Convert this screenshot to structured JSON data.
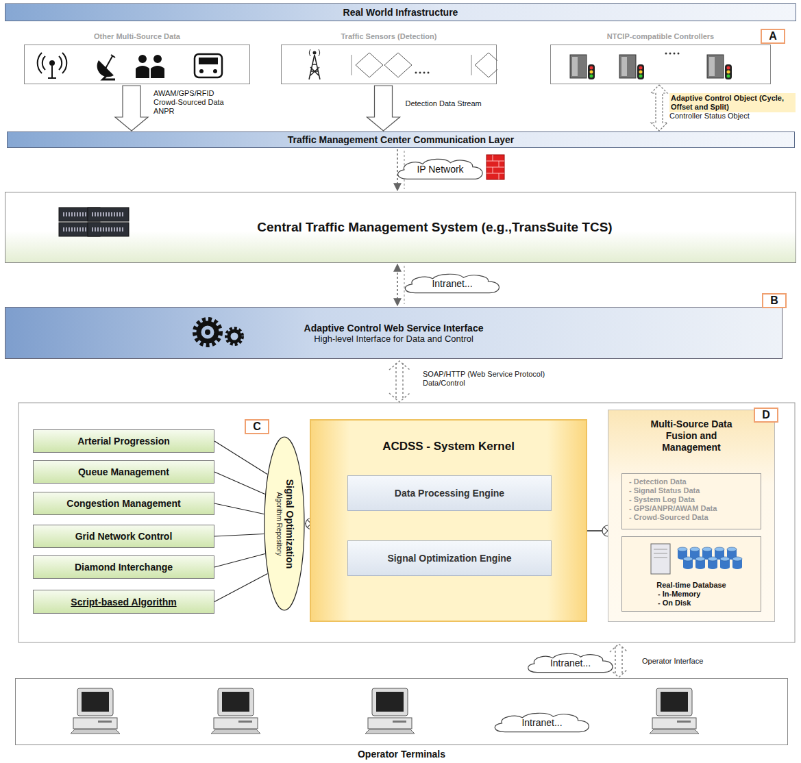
{
  "diagram": {
    "nodes": [
      {
        "text": [
          "Real World Infrastructure"
        ]
      },
      {
        "text": [
          "Other Multi-Source Data"
        ]
      },
      {
        "text": [
          "Traffic Sensors (Detection)"
        ]
      },
      {
        "text": [
          "NTCIP-compatible Controllers"
        ]
      },
      {
        "text": [
          "Traffic Management Center Communication Layer"
        ]
      },
      {
        "text": [
          "IP Network"
        ]
      },
      {
        "text": [
          "Central Traffic Management System (e.g.,TransSuite TCS)"
        ]
      },
      {
        "text": [
          "Intranet..."
        ]
      },
      {
        "text": [
          "Adaptive Control Web Service Interface",
          "High-level Interface for Data and Control"
        ]
      },
      {
        "text": [
          "Arterial Progression"
        ]
      },
      {
        "text": [
          "Queue Management"
        ]
      },
      {
        "text": [
          "Congestion Management"
        ]
      },
      {
        "text": [
          "Grid Network Control"
        ]
      },
      {
        "text": [
          "Diamond Interchange"
        ]
      },
      {
        "text": [
          "Script-based Algorithm"
        ]
      },
      {
        "text": [
          "Signal Optimization",
          "Algorithm Repository"
        ]
      },
      {
        "text": [
          "ACDSS - System Kernel"
        ]
      },
      {
        "text": [
          "Data Processing Engine"
        ],
        "in": 16
      },
      {
        "text": [
          "Signal Optimization Engine"
        ],
        "in": 16
      },
      {
        "text": [
          "Multi-Source Data Fusion and Management"
        ]
      },
      {
        "text": [
          "- Detection Data",
          "- Signal Status Data",
          "- System Log Data",
          "- GPS/ANPR/AWAM Data",
          "- Crowd-Sourced Data"
        ],
        "in": 19
      },
      {
        "text": [
          "Real-time Database",
          "- In-Memory",
          "- On Disk"
        ],
        "in": 19
      },
      {
        "text": [
          "Intranet..."
        ]
      },
      {
        "text": [
          "Operator Terminals"
        ]
      },
      {
        "text": [
          "Intranet..."
        ],
        "in": 23
      }
    ],
    "edges": [
      {
        "from": 1,
        "to": 4,
        "arrow": "to",
        "label": "AWAM/GPS/RFID Crowd-Sourced Data ANPR"
      },
      {
        "from": 2,
        "to": 4,
        "arrow": "to",
        "label": "Detection Data Stream"
      },
      {
        "from": 3,
        "to": 4,
        "arrow": "both",
        "label": "Adaptive Control Object (Cycle, Offset and Split)"
      },
      {
        "from": 4,
        "to": 6,
        "arrow": "to"
      },
      {
        "from": 6,
        "to": 8,
        "arrow": "both"
      },
      {
        "from": 9,
        "to": 15,
        "arrow": "none"
      },
      {
        "from": 10,
        "to": 15,
        "arrow": "none"
      },
      {
        "from": 11,
        "to": 15,
        "arrow": "none"
      },
      {
        "from": 12,
        "to": 15,
        "arrow": "none"
      },
      {
        "from": 13,
        "to": 15,
        "arrow": "none"
      },
      {
        "from": 14,
        "to": 15,
        "arrow": "none"
      },
      {
        "from": 15,
        "to": 18,
        "arrow": "none"
      },
      {
        "from": 17,
        "to": 19,
        "arrow": "none"
      }
    ],
    "labels": [
      "A",
      "B",
      "C",
      "D",
      "Controller Status Object",
      "SOAP/HTTP (Web Service Protocol) Data/Control",
      "Operator Interface"
    ]
  }
}
